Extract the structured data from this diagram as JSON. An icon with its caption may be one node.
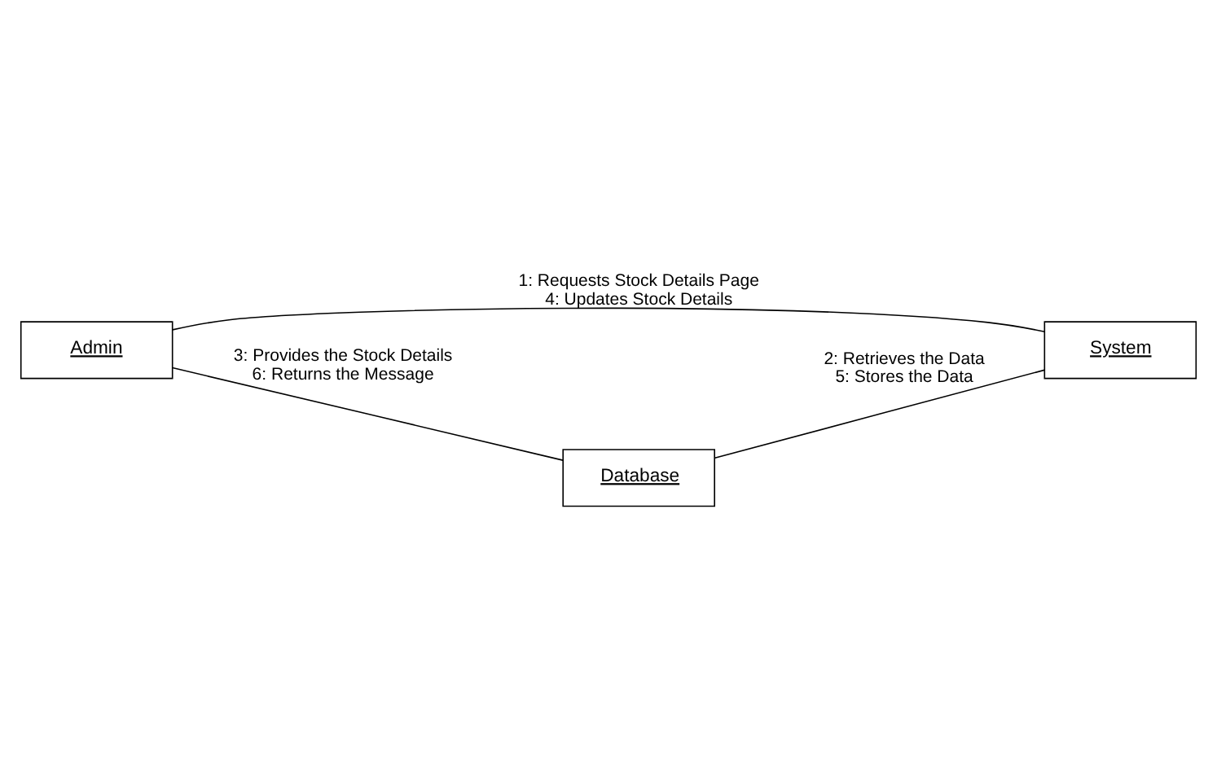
{
  "diagram": {
    "nodes": [
      {
        "text": [
          "Admin"
        ]
      },
      {
        "text": [
          "System"
        ]
      },
      {
        "text": [
          "Database"
        ]
      }
    ],
    "edges": [
      {
        "from": 0,
        "to": 1,
        "arrow": "none",
        "label": "1: Requests Stock Details Page 4: Updates Stock Details"
      },
      {
        "from": 1,
        "to": 2,
        "arrow": "none",
        "label": "2: Retrieves the Data 5: Stores the Data"
      },
      {
        "from": 2,
        "to": 0,
        "arrow": "none",
        "label": "3: Provides the Stock Details 6: Returns the Message"
      }
    ]
  }
}
